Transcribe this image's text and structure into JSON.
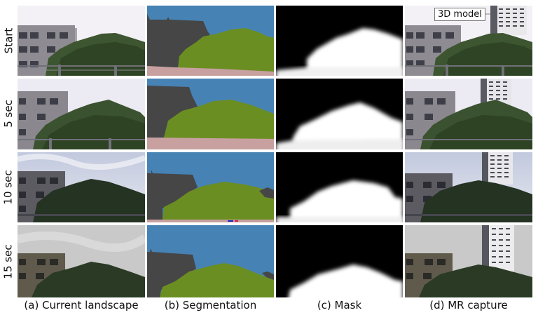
{
  "rows": [
    {
      "label": "Start"
    },
    {
      "label": "5 sec"
    },
    {
      "label": "10 sec"
    },
    {
      "label": "15 sec"
    }
  ],
  "columns": [
    {
      "caption": "(a) Current landscape"
    },
    {
      "caption": "(b) Segmentation"
    },
    {
      "caption": "(c) Mask"
    },
    {
      "caption": "(d) MR capture"
    }
  ],
  "annotation": {
    "label": "3D model"
  },
  "colors": {
    "seg_sky": "#4682b4",
    "seg_building": "#464646",
    "seg_vegetation": "#6b8e23",
    "seg_ground": "#c8a0a0"
  }
}
